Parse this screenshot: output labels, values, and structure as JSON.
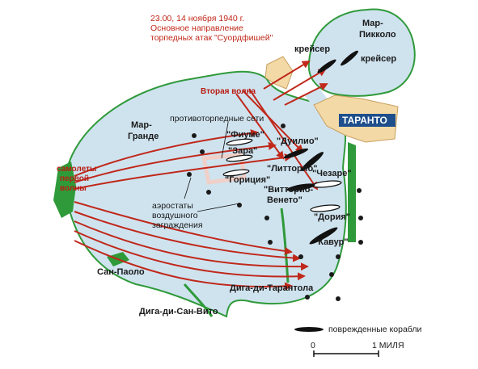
{
  "title": {
    "line1": "23.00, 14 ноября 1940 г.",
    "line2": "Основное направление",
    "line3": "торпедных атак \"Суордфишей\""
  },
  "places": {
    "mar_grande_1": "Мар-",
    "mar_grande_2": "Гранде",
    "mar_piccolo_1": "Мар-",
    "mar_piccolo_2": "Пикколо",
    "taranto": "ТАРАНТО",
    "san_paolo": "Сан-Паоло",
    "diga_tarantola": "Дига-ди-Тарантола",
    "diga_san_vito": "Дига-ди-Сан-Вито"
  },
  "labels": {
    "second_wave": "Вторая волна",
    "first_wave_1": "самолеты",
    "first_wave_2": "первой",
    "first_wave_3": "волны",
    "torpedo_nets": "противоторпедные сети",
    "balloons_1": "аэростаты",
    "balloons_2": "воздушного",
    "balloons_3": "заграждения",
    "cruiser_1": "крейсер",
    "cruiser_2": "крейсер"
  },
  "ships": {
    "fiume": "\"Фиуме\"",
    "zara": "\"Зара\"",
    "duilio": "\"Дуилио\"",
    "littorio": "\"Литторио\"",
    "cesare": "\"Чезаре\"",
    "gorizia": "\"Гориция\"",
    "vittorio_1": "\"Витторио-",
    "vittorio_2": "Венето\"",
    "doria": "\"Дория\"",
    "cavour": "\"Кавур\""
  },
  "legend": {
    "damaged": "поврежденные корабли",
    "scale_zero": "0",
    "scale_mile": "1 МИЛЯ"
  },
  "colors": {
    "water": "#cfe3ef",
    "land_green": "#2f9a3a",
    "city": "#f3d9a6",
    "arrow": "#c0281a",
    "ship": "#111111"
  }
}
